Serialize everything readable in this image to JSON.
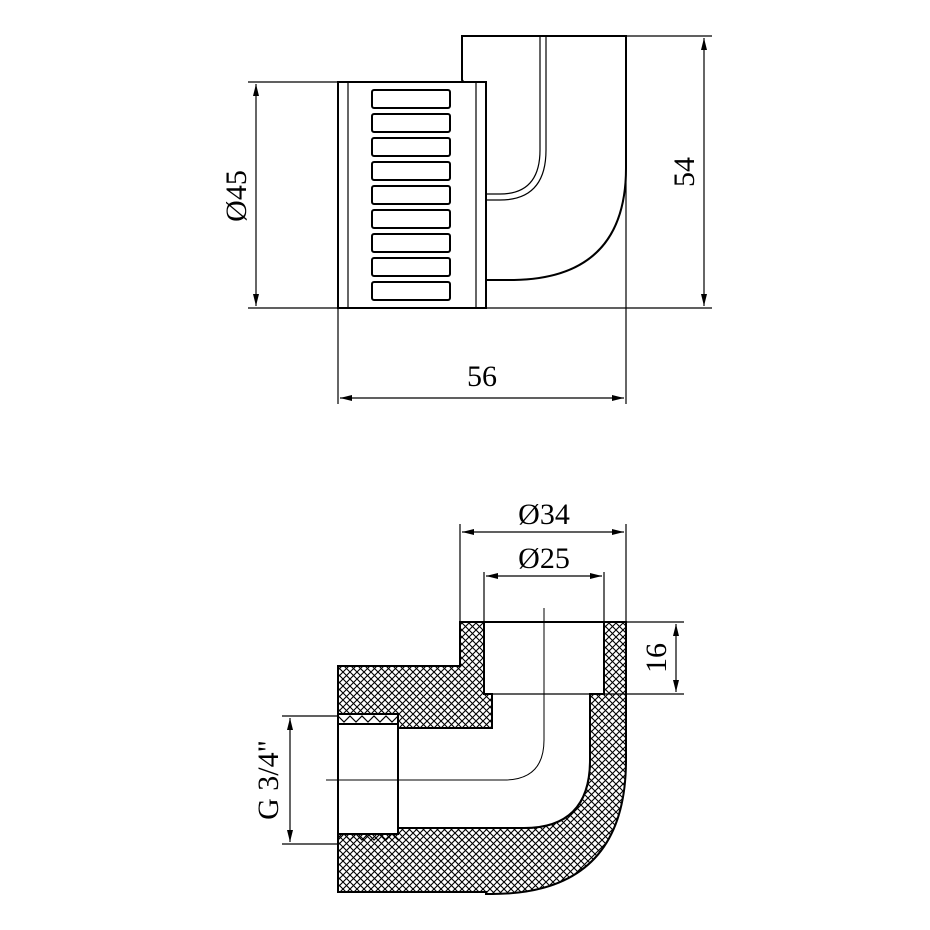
{
  "dimensions": {
    "outer_diameter": "Ø45",
    "height": "54",
    "width": "56",
    "socket_outer_diameter": "Ø34",
    "socket_inner_diameter": "Ø25",
    "socket_depth": "16",
    "thread": "G 3/4\""
  },
  "colors": {
    "line": "#000000",
    "background": "#ffffff"
  }
}
